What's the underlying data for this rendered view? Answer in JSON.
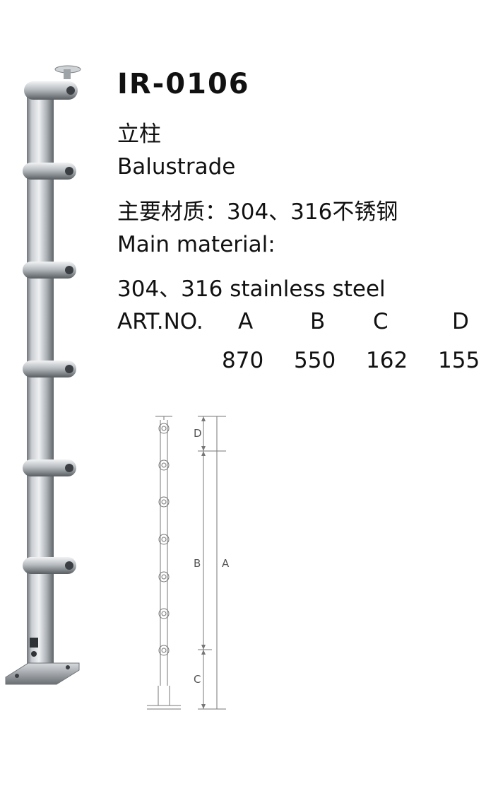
{
  "product": {
    "code": "IR-0106",
    "name_cn": "立柱",
    "name_en": "Balustrade",
    "material_cn": "主要材质：304、316不锈钢",
    "material_en_label": "Main material:",
    "material_en_value": "304、316 stainless steel"
  },
  "spec_table": {
    "label": "ART.NO.",
    "headers": [
      "A",
      "B",
      "C",
      "D"
    ],
    "values": [
      "870",
      "550",
      "162",
      "155"
    ]
  },
  "drawing": {
    "dimension_labels": [
      "D",
      "B",
      "A",
      "C"
    ]
  }
}
